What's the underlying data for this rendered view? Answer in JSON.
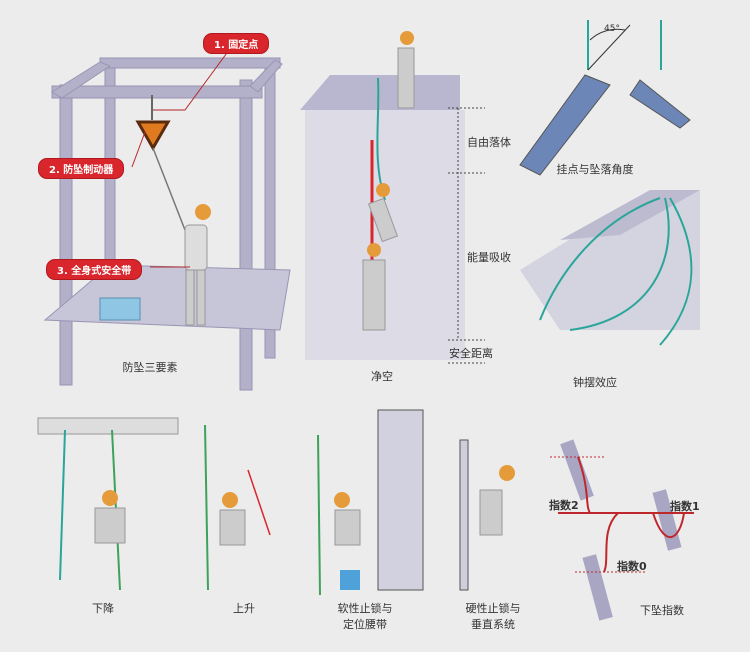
{
  "panels": {
    "three_elements": {
      "caption": "防坠三要素",
      "callouts": [
        "1. 固定点",
        "2. 防坠制动器",
        "3. 全身式安全带"
      ]
    },
    "clearance": {
      "caption": "净空",
      "scale_labels": [
        "自由落体",
        "能量吸收",
        "安全距离"
      ]
    },
    "anchor_angle": {
      "caption": "挂点与坠落角度",
      "angle": "45°"
    },
    "pendulum": {
      "caption": "钟摆效应"
    },
    "descend": {
      "caption": "下降"
    },
    "ascend": {
      "caption": "上升"
    },
    "soft_lock": {
      "caption_line1": "软性止锁与",
      "caption_line2": "定位腰带"
    },
    "rigid_lock": {
      "caption_line1": "硬性止锁与",
      "caption_line2": "垂直系统"
    },
    "fall_factor": {
      "caption": "下坠指数",
      "labels": [
        "指数2",
        "指数1",
        "指数0"
      ]
    }
  },
  "colors": {
    "accent": "#d8262c",
    "structure": "#a9a6c3",
    "rope": "#2aa59a",
    "background": "#ececec"
  }
}
